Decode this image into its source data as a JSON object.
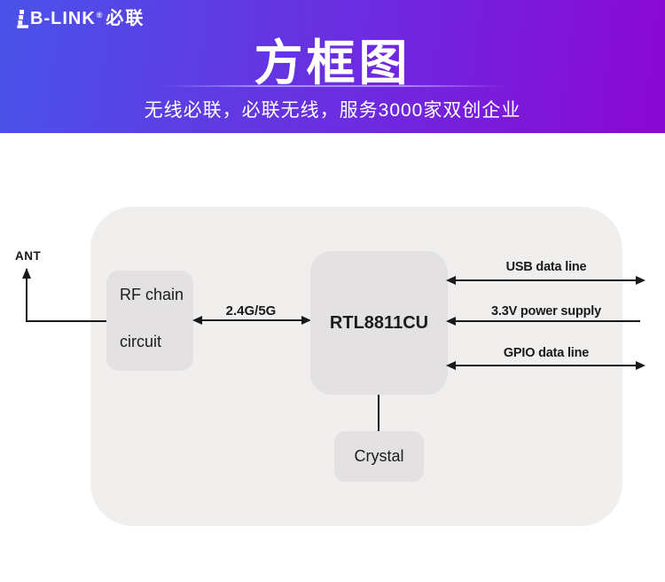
{
  "header": {
    "logo": {
      "text": "B-LINK",
      "reg": "®",
      "cn": "必联"
    },
    "title": "方框图",
    "subtitle": "无线必联，必联无线，服务3000家双创企业",
    "gradient_from": "#4a53e9",
    "gradient_to": "#8b07d3"
  },
  "diagram": {
    "ant_label": "ANT",
    "rf_box": {
      "line1": "RF chain",
      "line2": "circuit"
    },
    "freq_label": "2.4G/5G",
    "chip_label": "RTL8811CU",
    "crystal_label": "Crystal",
    "right_links": [
      {
        "label": "USB data line",
        "direction": "both"
      },
      {
        "label": "3.3V power supply",
        "direction": "left"
      },
      {
        "label": "GPIO data line",
        "direction": "both"
      }
    ],
    "colors": {
      "panel_bg": "#f0efee",
      "box_bg": "#e3e1e1",
      "line": "#1a1a1a"
    }
  }
}
